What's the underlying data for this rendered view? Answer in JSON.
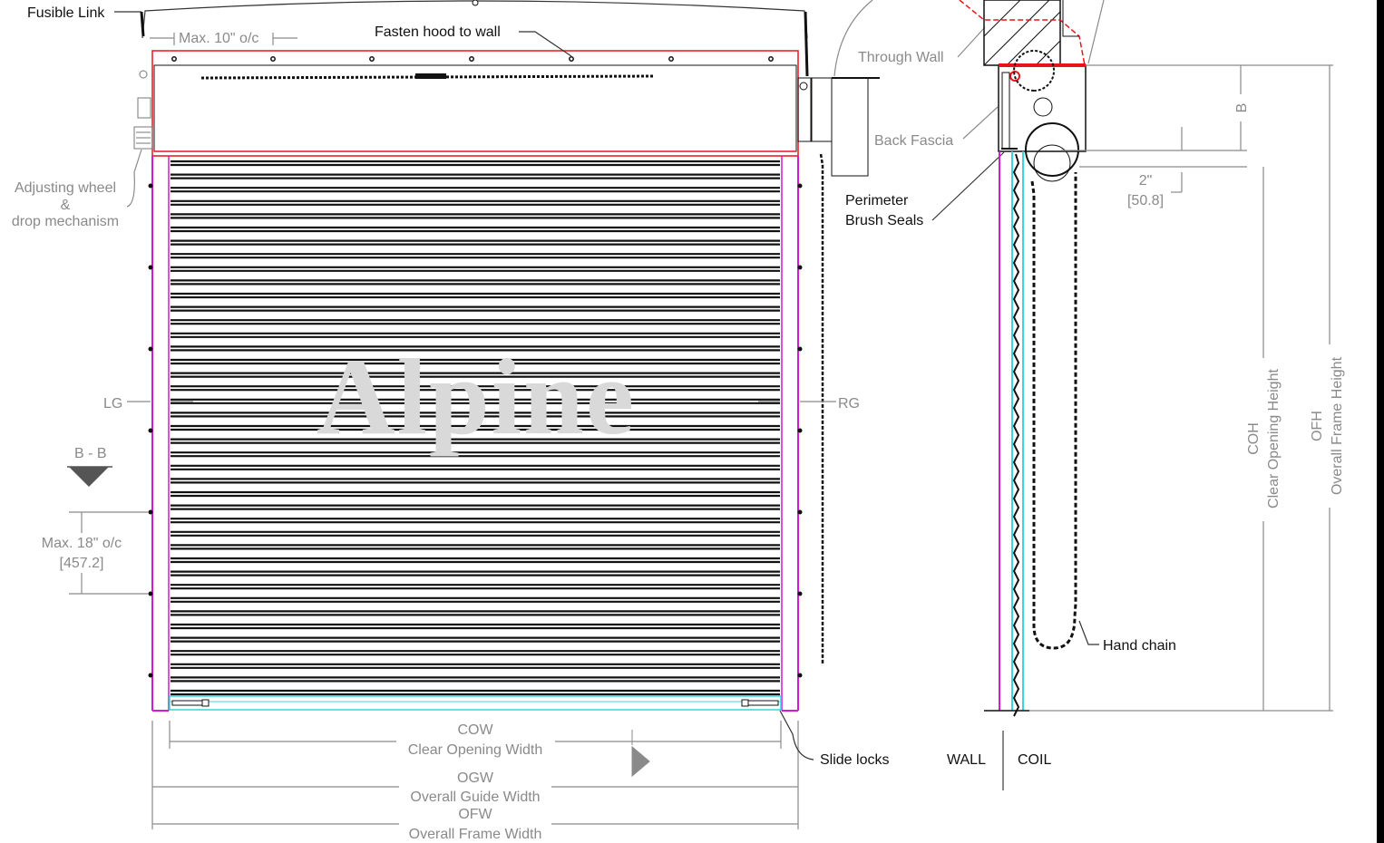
{
  "labels": {
    "fusible_link": "Fusible Link",
    "max_10": "Max. 10\" o/c",
    "fasten_hood": "Fasten hood to wall",
    "through_wall": "Through Wall",
    "back_fascia": "Back Fascia",
    "perimeter_1": "Perimeter",
    "perimeter_2": "Brush Seals",
    "adjusting_1": "Adjusting wheel",
    "adjusting_2": "&",
    "adjusting_3": "drop mechanism",
    "lg": "LG",
    "rg": "RG",
    "bb": "B - B",
    "max_18": "Max. 18\" o/c",
    "max_18_mm": "[457.2]",
    "two_in": "2\"",
    "two_mm": "[50.8]",
    "b": "B",
    "hand_chain": "Hand chain",
    "slide_locks": "Slide locks",
    "wall": "WALL",
    "coil": "COIL",
    "cow": "COW",
    "cow_full": "Clear Opening Width",
    "ogw": "OGW",
    "ogw_full": "Overall Guide Width",
    "ofw": "OFW",
    "ofw_full": "Overall Frame Width",
    "coh": "COH",
    "coh_full": "Clear Opening Height",
    "ofh": "OFH",
    "ofh_full": "Overall Frame Height",
    "watermark": "Alpine"
  },
  "colors": {
    "hood_outline": "#e8141b",
    "guide": "#d41ad4",
    "bottom_bar": "#37d6e0",
    "slat": "#111111",
    "dimension": "#8a8a8a"
  }
}
